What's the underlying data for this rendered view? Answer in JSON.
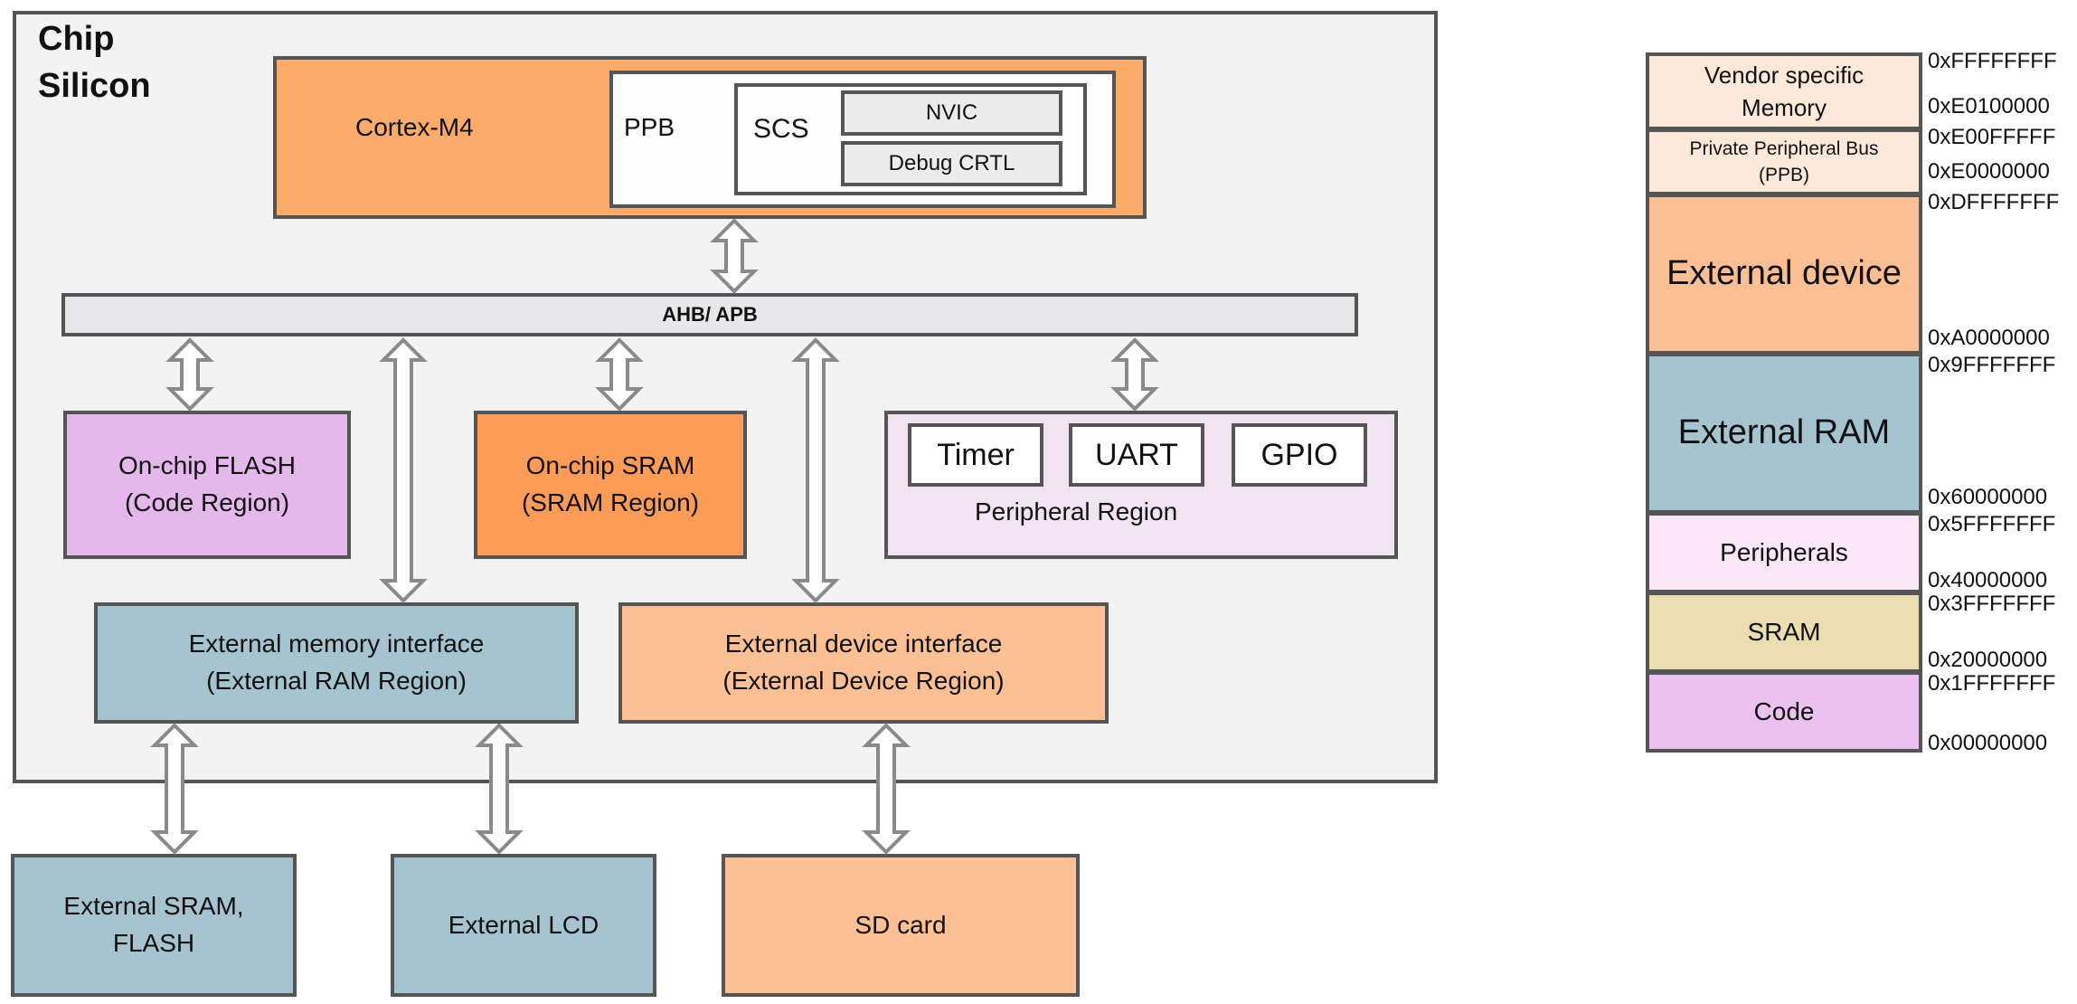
{
  "chip": {
    "title_line1": "Chip",
    "title_line2": "Silicon"
  },
  "cpu": {
    "name": "Cortex-M4",
    "ppb": "PPB",
    "scs": "SCS",
    "nvic": "NVIC",
    "debug": "Debug CRTL"
  },
  "bus": {
    "label": "AHB/ APB"
  },
  "flash": {
    "line1": "On-chip FLASH",
    "line2": "(Code Region)"
  },
  "sram": {
    "line1": "On-chip SRAM",
    "line2": "(SRAM Region)"
  },
  "peripheral": {
    "timer": "Timer",
    "uart": "UART",
    "gpio": "GPIO",
    "region": "Peripheral Region"
  },
  "ext_mem_if": {
    "line1": "External memory interface",
    "line2": "(External RAM Region)"
  },
  "ext_dev_if": {
    "line1": "External device interface",
    "line2": "(External Device Region)"
  },
  "ext_sram_flash": {
    "line1": "External SRAM,",
    "line2": "FLASH"
  },
  "ext_lcd": {
    "label": "External LCD"
  },
  "sd_card": {
    "label": "SD card"
  },
  "memory_map": {
    "regions": [
      {
        "line1": "Vendor specific",
        "line2": "Memory",
        "color": "#fde9d9"
      },
      {
        "line1": "Private Peripheral Bus",
        "line2": "(PPB)",
        "color": "#fde9d9"
      },
      {
        "line1": "External device",
        "line2": "",
        "color": "#fcbf94"
      },
      {
        "line1": "External RAM",
        "line2": "",
        "color": "#a6c4cf"
      },
      {
        "line1": "Peripherals",
        "line2": "",
        "color": "#f9e7f9"
      },
      {
        "line1": "SRAM",
        "line2": "",
        "color": "#eadeb0"
      },
      {
        "line1": "Code",
        "line2": "",
        "color": "#ebc2ef"
      }
    ],
    "addresses": [
      "0xFFFFFFFF",
      "0xE0100000",
      "0xE00FFFFF",
      "0xE0000000",
      "0xDFFFFFFF",
      "0xA0000000",
      "0x9FFFFFFF",
      "0x60000000",
      "0x5FFFFFFF",
      "0x40000000",
      "0x3FFFFFFF",
      "0x20000000",
      "0x1FFFFFFF",
      "0x00000000"
    ]
  },
  "colors": {
    "chip_bg": "#f3f3f3",
    "cortex": "#fdab6a",
    "bus": "#e8e8ea",
    "flash": "#e5b8ec",
    "sram": "#fd9c58",
    "peripheral": "#f1e3f1",
    "ext_blue": "#a6c4cf",
    "ext_orange": "#fdc094",
    "outline": "#555555"
  }
}
